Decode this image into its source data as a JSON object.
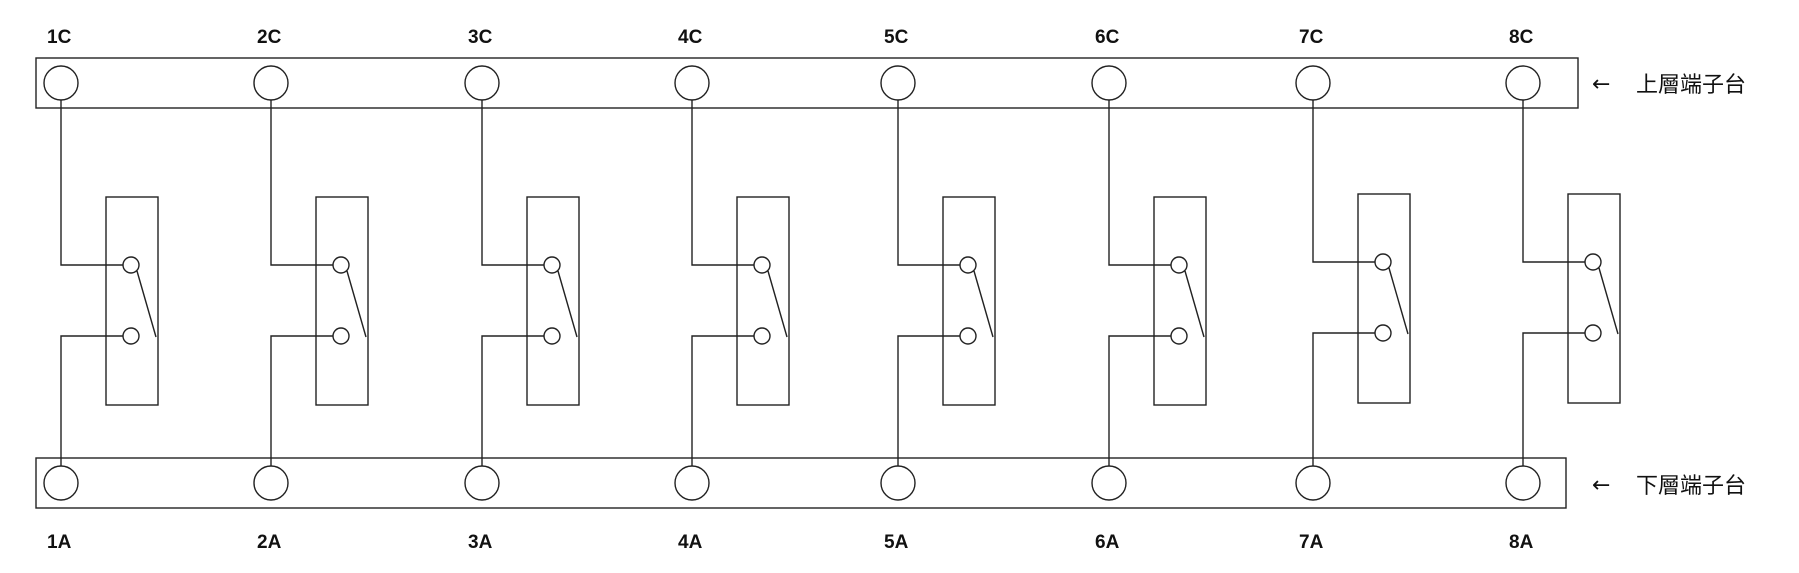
{
  "top_labels": [
    "1C",
    "2C",
    "3C",
    "4C",
    "5C",
    "6C",
    "7C",
    "8C"
  ],
  "bottom_labels": [
    "1A",
    "2A",
    "3A",
    "4A",
    "5A",
    "6A",
    "7A",
    "8A"
  ],
  "top_strip_label": "上層端子台",
  "bottom_strip_label": "下層端子台",
  "arrow_glyph": "←",
  "colors": {
    "line": "#222222",
    "text": "#111111",
    "background": "#ffffff"
  }
}
